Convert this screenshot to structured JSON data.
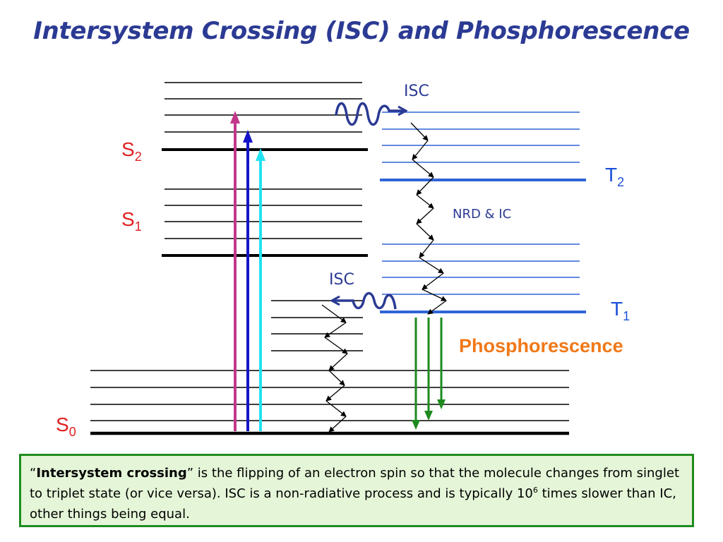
{
  "title": "Intersystem Crossing (ISC) and Phosphorescence",
  "states": {
    "s2": {
      "letter": "S",
      "sub": "2"
    },
    "s1": {
      "letter": "S",
      "sub": "1"
    },
    "s0": {
      "letter": "S",
      "sub": "0"
    },
    "t2": {
      "letter": "T",
      "sub": "2"
    },
    "t1": {
      "letter": "T",
      "sub": "1"
    }
  },
  "labels": {
    "isc_top": "ISC",
    "isc_bottom": "ISC",
    "nrd_ic": "NRD & IC",
    "phosphorescence": "Phosphorescence"
  },
  "definition": {
    "open_quote": "“",
    "term": "Intersystem crossing",
    "text_1": "” is the flipping of an electron spin so that the molecule changes from singlet to triplet state (or vice versa).  ISC is a non-radiative process and is typically ",
    "base": "10",
    "exponent": "6",
    "text_2": " times slower than IC, other things being equal."
  },
  "colors": {
    "title": "#2b3a93",
    "singlet_label": "#e02020",
    "triplet_label": "#1a50d8",
    "triplet_lines": "#2e64d6",
    "phosphorescence": "#f07818",
    "phosphorescence_arrows": "#1e8a1e",
    "isc_wave": "#2b3a93",
    "absorption_arrows": [
      "#c2378a",
      "#1515c8",
      "#22e2f2"
    ],
    "box_border": "#1f8c1f",
    "box_fill": "#e5f6d8"
  }
}
